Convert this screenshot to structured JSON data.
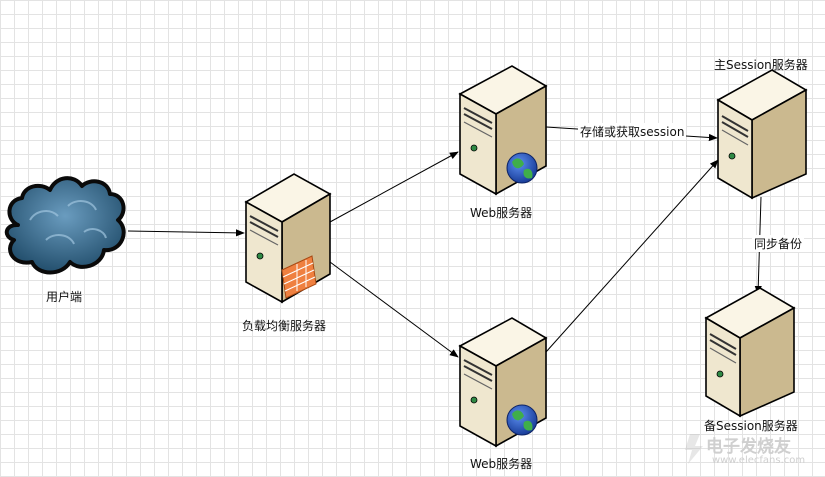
{
  "nodes": {
    "client": {
      "label": "用户端"
    },
    "load_balancer": {
      "label": "负载均衡服务器"
    },
    "web_server_top": {
      "label": "Web服务器"
    },
    "web_server_bottom": {
      "label": "Web服务器"
    },
    "main_session_server": {
      "label": "主Session服务器"
    },
    "backup_session_server": {
      "label": "备Session服务器"
    }
  },
  "edges": {
    "store_or_fetch_session": {
      "label": "存储或获取session"
    },
    "sync_backup": {
      "label": "同步备份"
    }
  },
  "watermark": {
    "line1": "电子发烧友",
    "line2": "www.elecfans.com"
  },
  "colors": {
    "server_body": "#efe7cf",
    "server_top": "#faf5e6",
    "server_side": "#cbb98f",
    "cloud": "#3a6e92",
    "firewall": "#ef8040",
    "globe": "#2356c9"
  }
}
